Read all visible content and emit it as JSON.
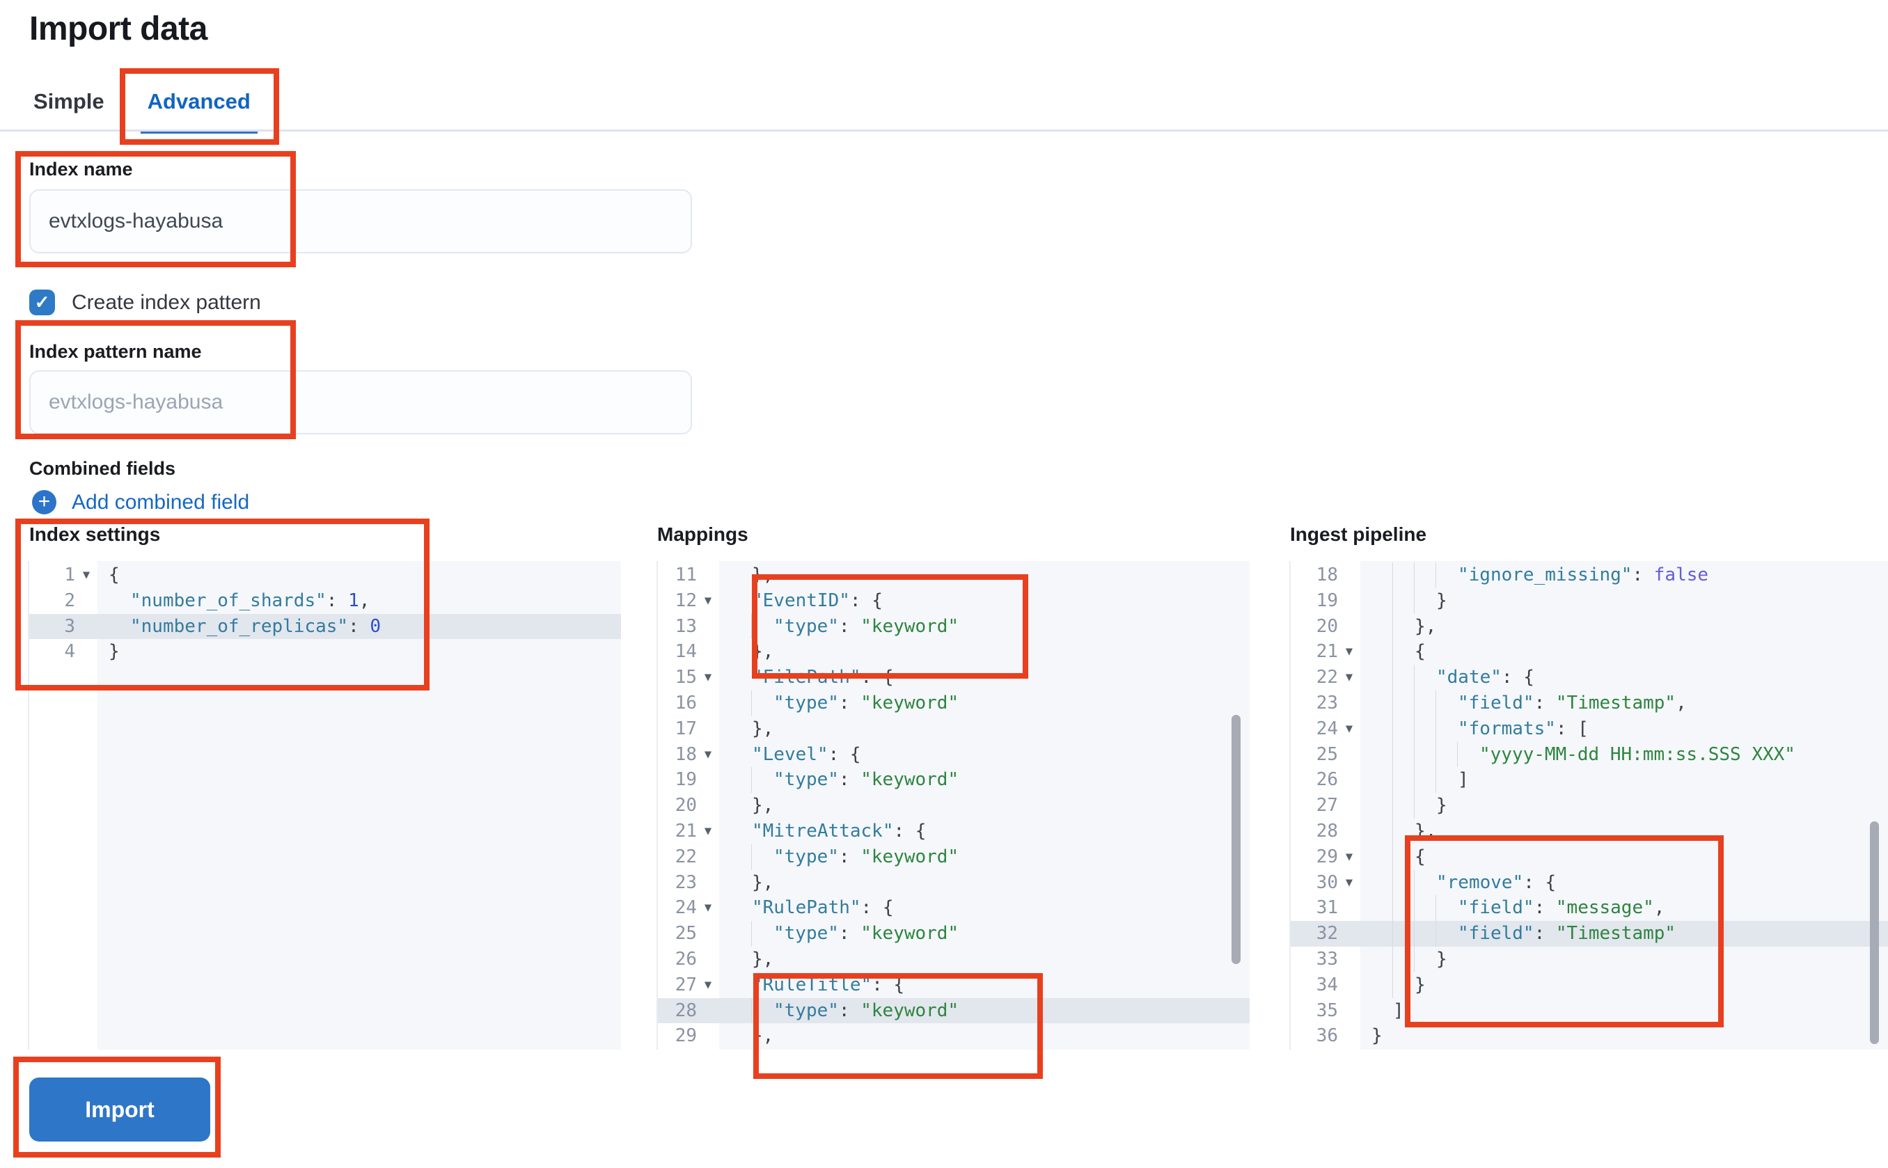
{
  "page": {
    "title": "Import data"
  },
  "tabs": {
    "simple": "Simple",
    "advanced": "Advanced"
  },
  "form": {
    "index_name_label": "Index name",
    "index_name_value": "evtxlogs-hayabusa",
    "create_index_pattern_label": "Create index pattern",
    "create_index_pattern_checked": true,
    "check_icon": "✓",
    "index_pattern_label": "Index pattern name",
    "index_pattern_placeholder": "evtxlogs-hayabusa",
    "combined_fields_label": "Combined fields",
    "add_combined_field_label": "Add combined field",
    "plus_icon": "+",
    "import_label": "Import"
  },
  "colors": {
    "accent_blue": "#1165c0",
    "button_blue": "#2e76c8",
    "annotation_red": "#e8401f",
    "code_key": "#337c9f",
    "code_string": "#2e8540",
    "code_number": "#2b4fc8",
    "code_boolean": "#655cd6",
    "active_line_bg": "#e2e6ed"
  },
  "editors": [
    {
      "label": "Index settings",
      "active_line": 3,
      "lines": [
        {
          "n": 1,
          "fold": true,
          "ind": 0,
          "t": [
            [
              "p",
              "{"
            ]
          ]
        },
        {
          "n": 2,
          "fold": false,
          "ind": 1,
          "t": [
            [
              "k",
              "\"number_of_shards\""
            ],
            [
              "p",
              ": "
            ],
            [
              "n",
              "1"
            ],
            [
              "p",
              ","
            ]
          ]
        },
        {
          "n": 3,
          "fold": false,
          "ind": 1,
          "t": [
            [
              "k",
              "\"number_of_replicas\""
            ],
            [
              "p",
              ": "
            ],
            [
              "n",
              "0"
            ]
          ]
        },
        {
          "n": 4,
          "fold": false,
          "ind": 0,
          "t": [
            [
              "p",
              "}"
            ]
          ]
        }
      ]
    },
    {
      "label": "Mappings",
      "active_line": 28,
      "lines": [
        {
          "n": 11,
          "fold": false,
          "ind": 1,
          "t": [
            [
              "p",
              "},"
            ]
          ]
        },
        {
          "n": 12,
          "fold": true,
          "ind": 1,
          "t": [
            [
              "k",
              "\"EventID\""
            ],
            [
              "p",
              ": {"
            ]
          ]
        },
        {
          "n": 13,
          "fold": false,
          "ind": 2,
          "t": [
            [
              "k",
              "\"type\""
            ],
            [
              "p",
              ": "
            ],
            [
              "s",
              "\"keyword\""
            ]
          ]
        },
        {
          "n": 14,
          "fold": false,
          "ind": 1,
          "t": [
            [
              "p",
              "},"
            ]
          ]
        },
        {
          "n": 15,
          "fold": true,
          "ind": 1,
          "t": [
            [
              "k",
              "\"FilePath\""
            ],
            [
              "p",
              ": {"
            ]
          ]
        },
        {
          "n": 16,
          "fold": false,
          "ind": 2,
          "t": [
            [
              "k",
              "\"type\""
            ],
            [
              "p",
              ": "
            ],
            [
              "s",
              "\"keyword\""
            ]
          ]
        },
        {
          "n": 17,
          "fold": false,
          "ind": 1,
          "t": [
            [
              "p",
              "},"
            ]
          ]
        },
        {
          "n": 18,
          "fold": true,
          "ind": 1,
          "t": [
            [
              "k",
              "\"Level\""
            ],
            [
              "p",
              ": {"
            ]
          ]
        },
        {
          "n": 19,
          "fold": false,
          "ind": 2,
          "t": [
            [
              "k",
              "\"type\""
            ],
            [
              "p",
              ": "
            ],
            [
              "s",
              "\"keyword\""
            ]
          ]
        },
        {
          "n": 20,
          "fold": false,
          "ind": 1,
          "t": [
            [
              "p",
              "},"
            ]
          ]
        },
        {
          "n": 21,
          "fold": true,
          "ind": 1,
          "t": [
            [
              "k",
              "\"MitreAttack\""
            ],
            [
              "p",
              ": {"
            ]
          ]
        },
        {
          "n": 22,
          "fold": false,
          "ind": 2,
          "t": [
            [
              "k",
              "\"type\""
            ],
            [
              "p",
              ": "
            ],
            [
              "s",
              "\"keyword\""
            ]
          ]
        },
        {
          "n": 23,
          "fold": false,
          "ind": 1,
          "t": [
            [
              "p",
              "},"
            ]
          ]
        },
        {
          "n": 24,
          "fold": true,
          "ind": 1,
          "t": [
            [
              "k",
              "\"RulePath\""
            ],
            [
              "p",
              ": {"
            ]
          ]
        },
        {
          "n": 25,
          "fold": false,
          "ind": 2,
          "t": [
            [
              "k",
              "\"type\""
            ],
            [
              "p",
              ": "
            ],
            [
              "s",
              "\"keyword\""
            ]
          ]
        },
        {
          "n": 26,
          "fold": false,
          "ind": 1,
          "t": [
            [
              "p",
              "},"
            ]
          ]
        },
        {
          "n": 27,
          "fold": true,
          "ind": 1,
          "t": [
            [
              "k",
              "\"RuleTitle\""
            ],
            [
              "p",
              ": {"
            ]
          ]
        },
        {
          "n": 28,
          "fold": false,
          "ind": 2,
          "t": [
            [
              "k",
              "\"type\""
            ],
            [
              "p",
              ": "
            ],
            [
              "s",
              "\"keyword\""
            ]
          ]
        },
        {
          "n": 29,
          "fold": false,
          "ind": 1,
          "t": [
            [
              "p",
              "},"
            ]
          ]
        }
      ]
    },
    {
      "label": "Ingest pipeline",
      "active_line": 32,
      "lines": [
        {
          "n": 18,
          "fold": false,
          "ind": 4,
          "t": [
            [
              "k",
              "\"ignore_missing\""
            ],
            [
              "p",
              ": "
            ],
            [
              "b",
              "false"
            ]
          ]
        },
        {
          "n": 19,
          "fold": false,
          "ind": 3,
          "t": [
            [
              "p",
              "}"
            ]
          ]
        },
        {
          "n": 20,
          "fold": false,
          "ind": 2,
          "t": [
            [
              "p",
              "},"
            ]
          ]
        },
        {
          "n": 21,
          "fold": true,
          "ind": 2,
          "t": [
            [
              "p",
              "{"
            ]
          ]
        },
        {
          "n": 22,
          "fold": true,
          "ind": 3,
          "t": [
            [
              "k",
              "\"date\""
            ],
            [
              "p",
              ": {"
            ]
          ]
        },
        {
          "n": 23,
          "fold": false,
          "ind": 4,
          "t": [
            [
              "k",
              "\"field\""
            ],
            [
              "p",
              ": "
            ],
            [
              "s",
              "\"Timestamp\""
            ],
            [
              "p",
              ","
            ]
          ]
        },
        {
          "n": 24,
          "fold": true,
          "ind": 4,
          "t": [
            [
              "k",
              "\"formats\""
            ],
            [
              "p",
              ": ["
            ]
          ]
        },
        {
          "n": 25,
          "fold": false,
          "ind": 5,
          "t": [
            [
              "s",
              "\"yyyy-MM-dd HH:mm:ss.SSS XXX\""
            ]
          ]
        },
        {
          "n": 26,
          "fold": false,
          "ind": 4,
          "t": [
            [
              "p",
              "]"
            ]
          ]
        },
        {
          "n": 27,
          "fold": false,
          "ind": 3,
          "t": [
            [
              "p",
              "}"
            ]
          ]
        },
        {
          "n": 28,
          "fold": false,
          "ind": 2,
          "t": [
            [
              "p",
              "},"
            ]
          ]
        },
        {
          "n": 29,
          "fold": true,
          "ind": 2,
          "t": [
            [
              "p",
              "{"
            ]
          ]
        },
        {
          "n": 30,
          "fold": true,
          "ind": 3,
          "t": [
            [
              "k",
              "\"remove\""
            ],
            [
              "p",
              ": {"
            ]
          ]
        },
        {
          "n": 31,
          "fold": false,
          "ind": 4,
          "t": [
            [
              "k",
              "\"field\""
            ],
            [
              "p",
              ": "
            ],
            [
              "s",
              "\"message\""
            ],
            [
              "p",
              ","
            ]
          ]
        },
        {
          "n": 32,
          "fold": false,
          "ind": 4,
          "t": [
            [
              "k",
              "\"field\""
            ],
            [
              "p",
              ": "
            ],
            [
              "s",
              "\"Timestamp\""
            ]
          ]
        },
        {
          "n": 33,
          "fold": false,
          "ind": 3,
          "t": [
            [
              "p",
              "}"
            ]
          ]
        },
        {
          "n": 34,
          "fold": false,
          "ind": 2,
          "t": [
            [
              "p",
              "}"
            ]
          ]
        },
        {
          "n": 35,
          "fold": false,
          "ind": 1,
          "t": [
            [
              "p",
              "]"
            ]
          ]
        },
        {
          "n": 36,
          "fold": false,
          "ind": 0,
          "t": [
            [
              "p",
              "}"
            ]
          ]
        }
      ]
    }
  ]
}
